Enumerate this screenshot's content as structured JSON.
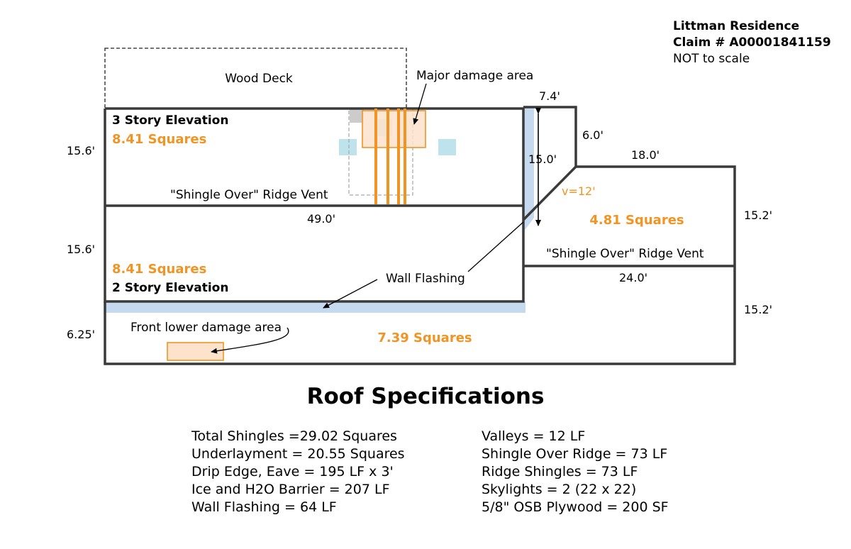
{
  "header": {
    "residence": "Littman Residence",
    "claim": "Claim # A00001841159",
    "scale_note": "NOT to scale"
  },
  "diagram": {
    "wood_deck": "Wood Deck",
    "major_damage": "Major damage area",
    "three_story": "3 Story Elevation",
    "two_story": "2 Story Elevation",
    "squares_top": "8.41 Squares",
    "squares_mid": "8.41 Squares",
    "squares_bottom": "7.39 Squares",
    "squares_right": "4.81 Squares",
    "ridge_vent_left": "\"Shingle Over\" Ridge Vent",
    "ridge_vent_right": "\"Shingle Over\" Ridge Vent",
    "wall_flashing": "Wall Flashing",
    "front_damage": "Front  lower damage area",
    "valley_label": "v=12'",
    "dimensions": {
      "left_top": "15.6'",
      "left_mid": "15.6'",
      "left_bottom": "6.25'",
      "mid_width": "49.0'",
      "top_right_width": "7.4'",
      "diag_side": "6.0'",
      "valley_height": "15.0'",
      "right_width": "18.0'",
      "right_height_top": "15.2'",
      "right_height_bottom": "15.2'",
      "right_mid_width": "24.0'"
    }
  },
  "specs": {
    "title": "Roof Specifications",
    "left": [
      "Total Shingles =29.02 Squares",
      "Underlayment = 20.55 Squares",
      "Drip Edge, Eave = 195 LF x 3'",
      "Ice and H2O Barrier = 207 LF",
      "Wall Flashing = 64 LF"
    ],
    "right": [
      "Valleys = 12 LF",
      "Shingle Over Ridge = 73 LF",
      "Ridge Shingles = 73 LF",
      "Skylights = 2 (22 x 22)",
      "5/8\" OSB Plywood = 200 SF"
    ]
  },
  "colors": {
    "outline": "#3a3a3a",
    "orange": "#f29423",
    "damage_fill": "#fde3cc",
    "flashing": "#c5d9ef",
    "skylight": "#bfe3ec"
  }
}
